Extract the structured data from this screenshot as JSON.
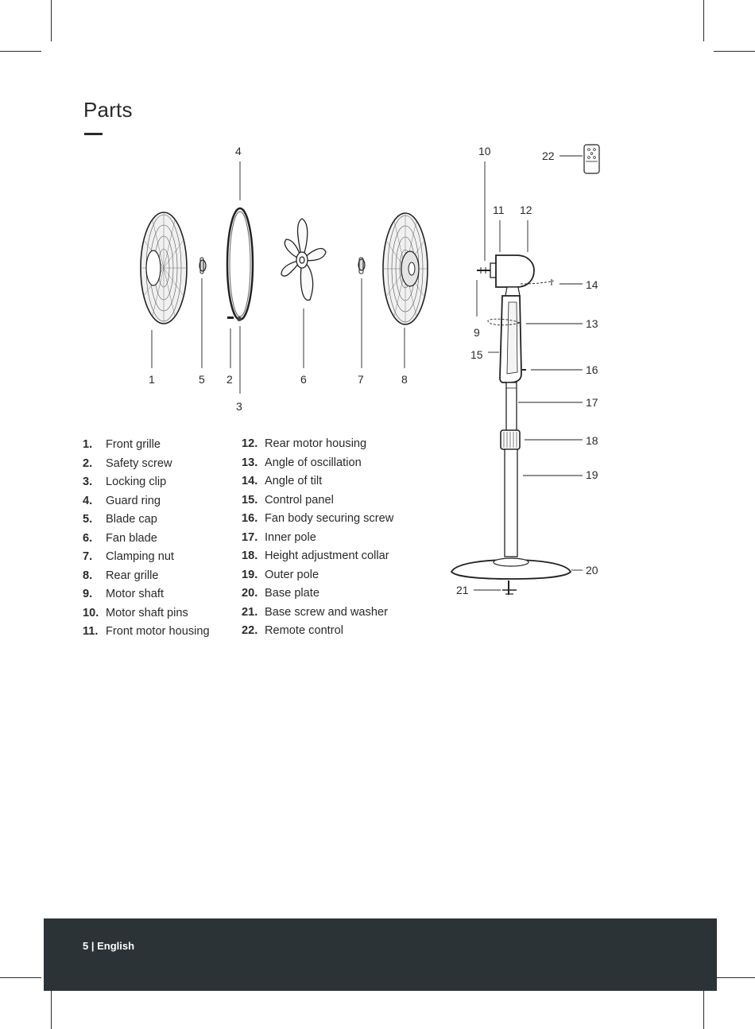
{
  "title": "Parts",
  "diagram_callouts": [
    "1",
    "2",
    "3",
    "4",
    "5",
    "6",
    "7",
    "8",
    "9",
    "10",
    "11",
    "12",
    "13",
    "14",
    "15",
    "16",
    "17",
    "18",
    "19",
    "20",
    "21",
    "22"
  ],
  "parts_col1": [
    {
      "num": "1.",
      "label": "Front grille"
    },
    {
      "num": "2.",
      "label": "Safety screw"
    },
    {
      "num": "3.",
      "label": "Locking clip"
    },
    {
      "num": "4.",
      "label": "Guard ring"
    },
    {
      "num": "5.",
      "label": "Blade cap"
    },
    {
      "num": "6.",
      "label": "Fan blade"
    },
    {
      "num": "7.",
      "label": "Clamping nut"
    },
    {
      "num": "8.",
      "label": "Rear grille"
    },
    {
      "num": "9.",
      "label": "Motor shaft"
    },
    {
      "num": "10.",
      "label": "Motor shaft pins"
    },
    {
      "num": "11.",
      "label": "Front motor housing"
    }
  ],
  "parts_col2": [
    {
      "num": "12.",
      "label": "Rear motor housing"
    },
    {
      "num": "13.",
      "label": "Angle of oscillation"
    },
    {
      "num": "14.",
      "label": "Angle of tilt"
    },
    {
      "num": "15.",
      "label": "Control panel"
    },
    {
      "num": "16.",
      "label": "Fan body securing screw"
    },
    {
      "num": "17.",
      "label": "Inner pole"
    },
    {
      "num": "18.",
      "label": "Height adjustment collar"
    },
    {
      "num": "19.",
      "label": "Outer pole"
    },
    {
      "num": "20.",
      "label": "Base plate"
    },
    {
      "num": "21.",
      "label": "Base screw and washer"
    },
    {
      "num": "22.",
      "label": "Remote control"
    }
  ],
  "footer": {
    "text": "5 | English"
  },
  "colors": {
    "ink": "#2a2a2a",
    "footer_bg": "#2c3336",
    "footer_text": "#ffffff"
  }
}
